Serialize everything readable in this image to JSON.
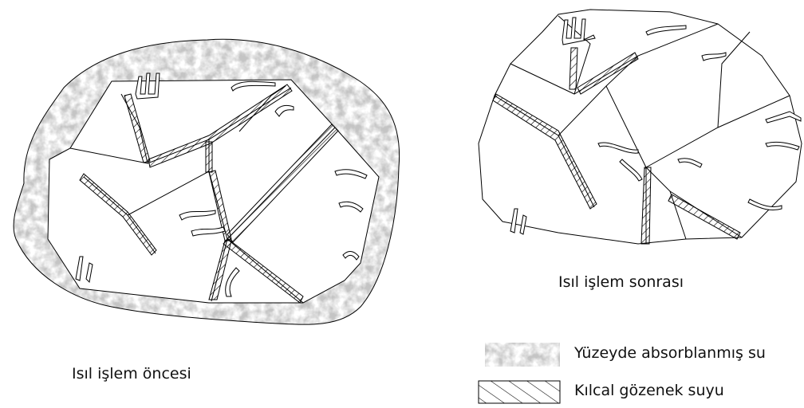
{
  "captions": {
    "before": "Isıl işlem öncesi",
    "after": "Isıl işlem sonrası"
  },
  "legend": {
    "items": [
      {
        "label": "Yüzeyde absorblanmış su",
        "icon": "gray-noise-swatch"
      },
      {
        "label": "Kılcal gözenek suyu",
        "icon": "diagonal-hatch-swatch"
      }
    ]
  },
  "colors": {
    "outline": "#000000",
    "absorbed_water": "#b9b9b9",
    "background": "#ffffff"
  }
}
